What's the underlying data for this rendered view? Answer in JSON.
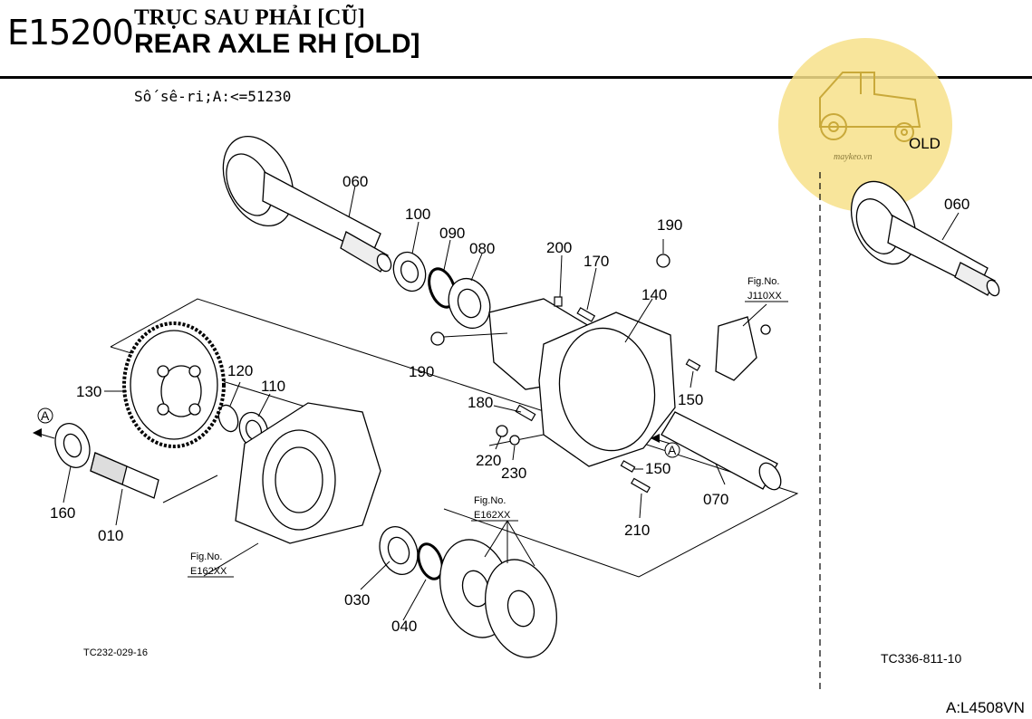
{
  "header": {
    "code": "E15200",
    "title_vi": "TRỤC SAU PHẢI [CŨ]",
    "title_en": "REAR AXLE RH [OLD]",
    "serial_note": "Số sê-ri;A:<=51230"
  },
  "watermark": {
    "site": "maykeo.vn",
    "color": "#f7e08a"
  },
  "old_label": "OLD",
  "parts": {
    "p010": "010",
    "p030": "030",
    "p040": "040",
    "p060": "060",
    "p060_old": "060",
    "p070": "070",
    "p080": "080",
    "p090": "090",
    "p100": "100",
    "p110": "110",
    "p120": "120",
    "p130": "130",
    "p140": "140",
    "p150a": "150",
    "p150b": "150",
    "p160": "160",
    "p170": "170",
    "p180": "180",
    "p190a": "190",
    "p190b": "190",
    "p200": "200",
    "p210": "210",
    "p220": "220",
    "p230": "230"
  },
  "refs": {
    "fig_label": "Fig.No.",
    "j110": "J110XX",
    "e162_a": "E162XX",
    "e162_b": "E162XX",
    "marker_a1": "A",
    "marker_a2": "A"
  },
  "footer": {
    "diagram_code_left": "TC232-029-16",
    "diagram_code_right": "TC336-811-10",
    "sheet_code": "A:L4508VN"
  }
}
